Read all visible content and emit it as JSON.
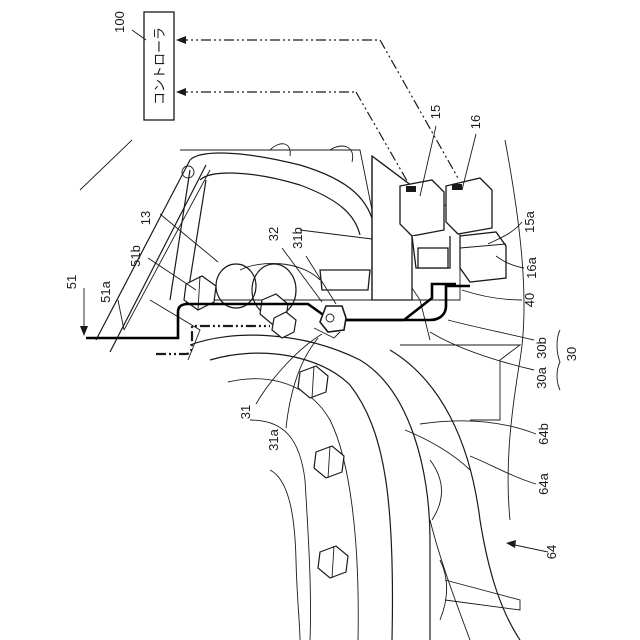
{
  "controller": {
    "label": "コントローラ",
    "ref": "100"
  },
  "refs": {
    "r15": "15",
    "r16": "16",
    "r15a": "15a",
    "r16a": "16a",
    "r13": "13",
    "r51": "51",
    "r51a": "51a",
    "r51b": "51b",
    "r32": "32",
    "r31b": "31b",
    "r31": "31",
    "r31a": "31a",
    "r40": "40",
    "r30": "30",
    "r30a": "30a",
    "r30b": "30b",
    "r64": "64",
    "r64a": "64a",
    "r64b": "64b"
  }
}
